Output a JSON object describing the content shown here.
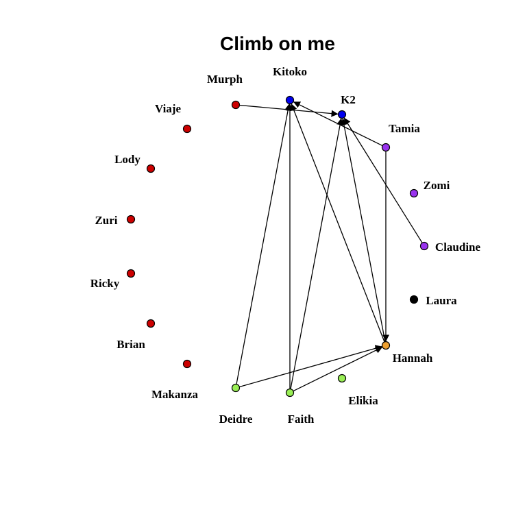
{
  "title": "Climb on me",
  "colors": {
    "red": "#cc0000",
    "blue": "#0000ee",
    "purple": "#9933ee",
    "orange": "#eea030",
    "green": "#99ee55",
    "black": "#000000",
    "edge": "#000000"
  },
  "nodes": [
    {
      "id": "Kitoko",
      "label": "Kitoko",
      "color": "blue"
    },
    {
      "id": "K2",
      "label": "K2",
      "color": "blue"
    },
    {
      "id": "Tamia",
      "label": "Tamia",
      "color": "purple"
    },
    {
      "id": "Zomi",
      "label": "Zomi",
      "color": "purple"
    },
    {
      "id": "Claudine",
      "label": "Claudine",
      "color": "purple"
    },
    {
      "id": "Laura",
      "label": "Laura",
      "color": "black"
    },
    {
      "id": "Hannah",
      "label": "Hannah",
      "color": "orange"
    },
    {
      "id": "Elikia",
      "label": "Elikia",
      "color": "green"
    },
    {
      "id": "Faith",
      "label": "Faith",
      "color": "green"
    },
    {
      "id": "Deidre",
      "label": "Deidre",
      "color": "green"
    },
    {
      "id": "Makanza",
      "label": "Makanza",
      "color": "red"
    },
    {
      "id": "Brian",
      "label": "Brian",
      "color": "red"
    },
    {
      "id": "Ricky",
      "label": "Ricky",
      "color": "red"
    },
    {
      "id": "Zuri",
      "label": "Zuri",
      "color": "red"
    },
    {
      "id": "Lody",
      "label": "Lody",
      "color": "red"
    },
    {
      "id": "Viaje",
      "label": "Viaje",
      "color": "red"
    },
    {
      "id": "Murph",
      "label": "Murph",
      "color": "red"
    }
  ],
  "edges": [
    {
      "from": "Murph",
      "to": "K2"
    },
    {
      "from": "Tamia",
      "to": "Kitoko"
    },
    {
      "from": "Tamia",
      "to": "Hannah"
    },
    {
      "from": "Claudine",
      "to": "K2"
    },
    {
      "from": "Hannah",
      "to": "Kitoko"
    },
    {
      "from": "Hannah",
      "to": "K2"
    },
    {
      "from": "Deidre",
      "to": "Kitoko"
    },
    {
      "from": "Deidre",
      "to": "Hannah"
    },
    {
      "from": "Faith",
      "to": "Kitoko"
    },
    {
      "from": "Faith",
      "to": "K2"
    },
    {
      "from": "Faith",
      "to": "Hannah"
    }
  ]
}
